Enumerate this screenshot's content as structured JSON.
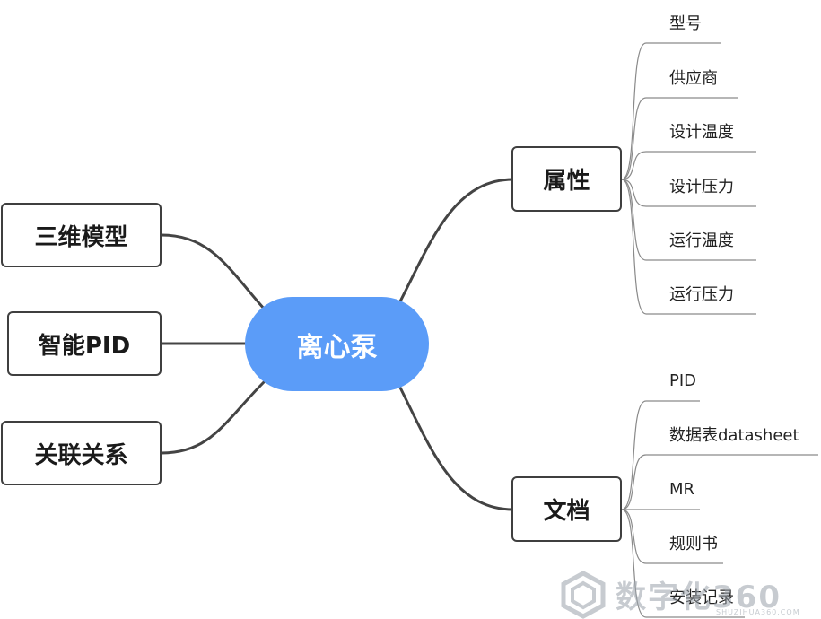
{
  "colors": {
    "center_fill": "#5b9cf8",
    "line": "#444444",
    "leaf_line": "#8a8a8a",
    "watermark": "#9aa2ab"
  },
  "center": {
    "label": "离心泵"
  },
  "left_nodes": [
    {
      "label": "三维模型"
    },
    {
      "label": "智能PID"
    },
    {
      "label": "关联关系"
    }
  ],
  "right_nodes": [
    {
      "label": "属性",
      "children": [
        "型号",
        "供应商",
        "设计温度",
        "设计压力",
        "运行温度",
        "运行压力"
      ]
    },
    {
      "label": "文档",
      "children": [
        "PID",
        "数据表datasheet",
        "MR",
        "规则书",
        "安装记录"
      ]
    }
  ],
  "watermark": {
    "text": "数字化360",
    "subtext": "SHUZIHUA360.COM",
    "icon": "hexagon-logo-icon"
  }
}
